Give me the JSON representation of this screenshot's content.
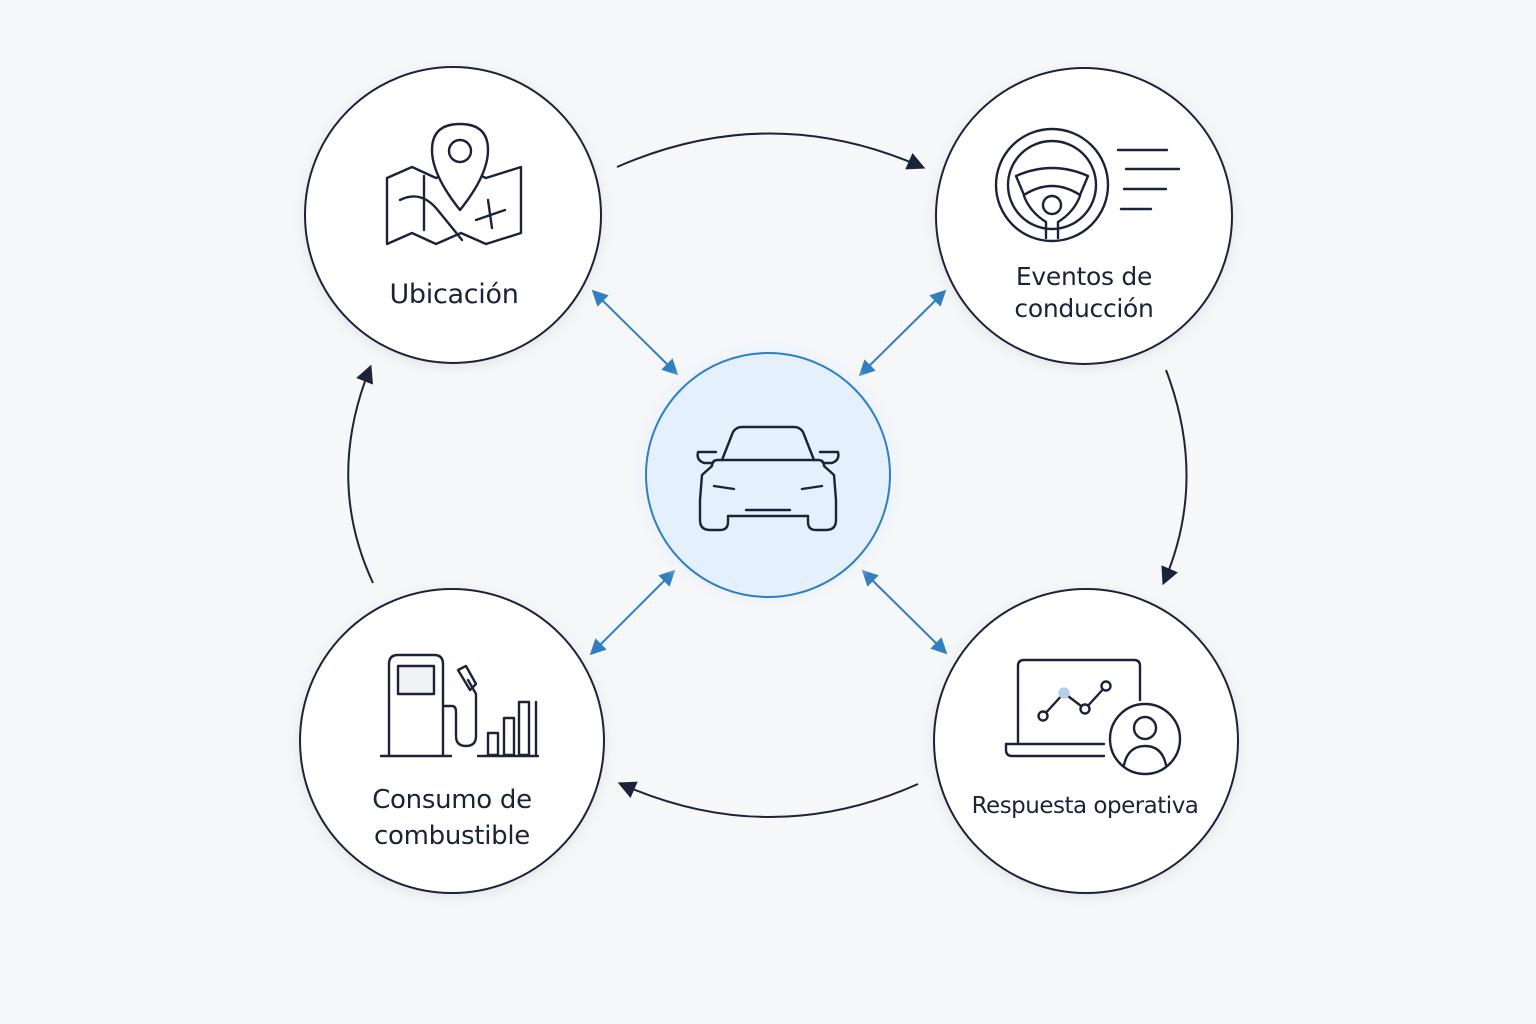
{
  "diagram": {
    "center": {
      "icon": "car-icon"
    },
    "nodes": [
      {
        "id": "ubicacion",
        "icon": "map-pin-icon",
        "lines": [
          "Ubicación"
        ]
      },
      {
        "id": "eventos",
        "icon": "steering-wheel-icon",
        "lines": [
          "Eventos de",
          "conducción"
        ]
      },
      {
        "id": "respuesta",
        "icon": "dashboard-user-icon",
        "lines": [
          "Respuesta operativa"
        ]
      },
      {
        "id": "combustible",
        "icon": "fuel-pump-icon",
        "lines": [
          "Consumo de",
          "combustible"
        ]
      }
    ],
    "colors": {
      "background": "#f6f7f9",
      "outline": "#1b2338",
      "accent": "#2f7fc1",
      "center_fill": "#e3f0fb"
    }
  }
}
